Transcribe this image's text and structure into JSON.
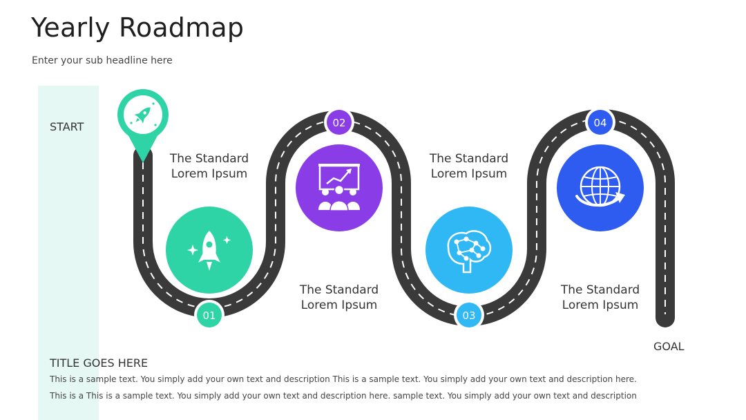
{
  "header": {
    "title": "Yearly Roadmap",
    "subtitle": "Enter your sub headline here"
  },
  "road": {
    "start_label": "START",
    "goal_label": "GOAL"
  },
  "milestones": [
    {
      "number": "01",
      "title": "The Standard",
      "subtitle": "Lorem Ipsum",
      "icon": "rocket-icon",
      "color": "#2ed3a6"
    },
    {
      "number": "02",
      "title": "The Standard",
      "subtitle": "Lorem Ipsum",
      "icon": "presentation-team-icon",
      "color": "#8a3ce6"
    },
    {
      "number": "03",
      "title": "The Standard",
      "subtitle": "Lorem Ipsum",
      "icon": "brain-network-icon",
      "color": "#2fb8f4"
    },
    {
      "number": "04",
      "title": "The Standard",
      "subtitle": "Lorem Ipsum",
      "icon": "globe-arrow-icon",
      "color": "#2e5bf0"
    }
  ],
  "start_pin": {
    "icon": "rocket-icon",
    "color": "#2ed3a6"
  },
  "footer": {
    "title": "TITLE GOES HERE",
    "lines": [
      "This is a sample text. You simply add your own text and description This is a sample text. You simply add your own text and description here.",
      "This is a This is a sample text. You simply add your own text and description here. sample text. You simply add your own text and description"
    ]
  },
  "colors": {
    "road": "#3a3a3a",
    "road_dash": "#ffffff",
    "band": "#e6f8f3"
  }
}
